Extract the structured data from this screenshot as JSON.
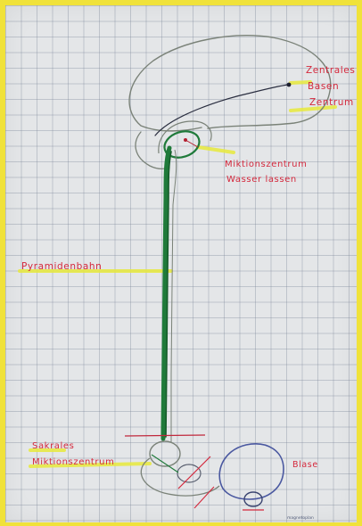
{
  "labels": {
    "zentrales_basen_zentrum": [
      "Zentrales",
      "Basen",
      "Zentrum"
    ],
    "miktionszentrum": [
      "Miktionszentrum",
      "Wasser lassen"
    ],
    "pyramidenbahn": "Pyramidenbahn",
    "sakrales_miktionszentrum": [
      "Sakrales",
      "Miktionszentrum"
    ],
    "blase": "Blase"
  },
  "paper_brand": "magnetoplan",
  "colors": {
    "paper_border": "#f0e23a",
    "paper": "#e4e6e8",
    "label_text": "#d4283c",
    "highlighter": "#e8ea3c",
    "pathway_green": "#1f7a3a",
    "outline_gray": "#7a8278",
    "bladder_blue": "#4a58a0",
    "marker_red": "#d4283c"
  }
}
